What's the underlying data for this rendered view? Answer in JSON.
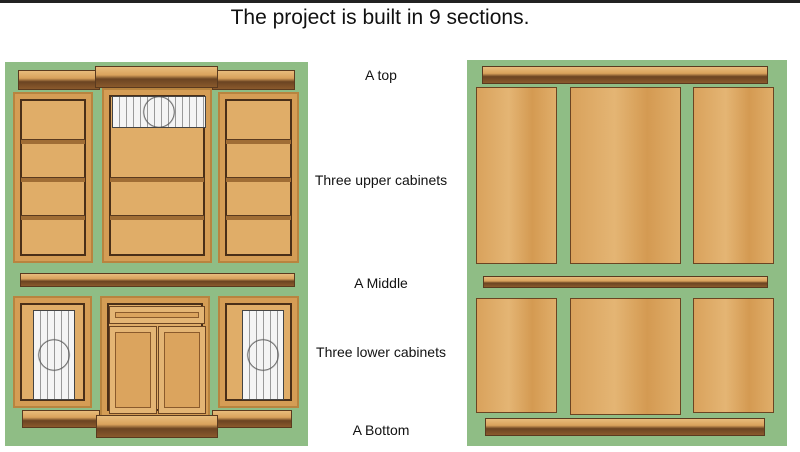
{
  "title": "The project is built in 9 sections.",
  "labels": {
    "top": "A top",
    "upper": "Three upper cabinets",
    "middle": "A Middle",
    "lower": "Three lower cabinets",
    "bottom": "A Bottom"
  },
  "colors": {
    "background_green": "#8fbd85",
    "wood": "#d9a25c",
    "dark_wood": "#5a3a1f"
  }
}
